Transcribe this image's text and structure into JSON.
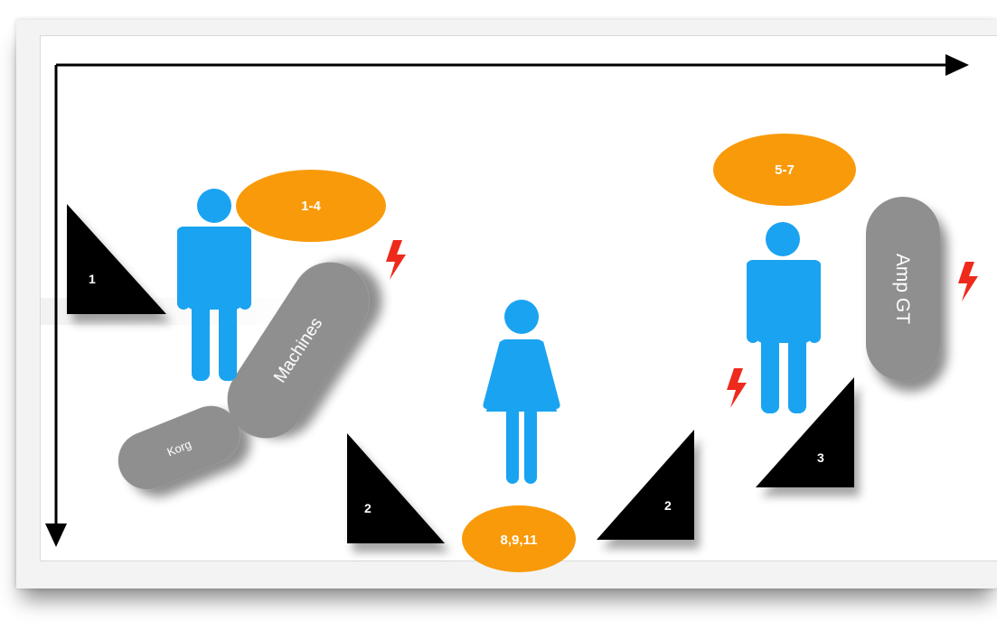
{
  "speakers": [
    {
      "id": "left",
      "number": "1"
    },
    {
      "id": "center-left",
      "number": "2"
    },
    {
      "id": "center-right",
      "number": "2"
    },
    {
      "id": "right",
      "number": "3"
    }
  ],
  "monitor_groups": [
    {
      "id": "left",
      "label": "1-4"
    },
    {
      "id": "right",
      "label": "5-7"
    },
    {
      "id": "center",
      "label": "8,9,11"
    }
  ],
  "equipment": [
    {
      "id": "machines",
      "label": "Machines"
    },
    {
      "id": "korg",
      "label": "Korg"
    },
    {
      "id": "amp",
      "label": "Amp GT"
    }
  ],
  "colors": {
    "person": "#1aa3f0",
    "monitor": "#f99a0a",
    "equipment": "#8f8f8f",
    "speaker": "#000000",
    "power": "#ee2a1c"
  },
  "icons": [
    "male-person-icon",
    "female-person-icon",
    "power-outlet-icon",
    "arrow-icon"
  ]
}
